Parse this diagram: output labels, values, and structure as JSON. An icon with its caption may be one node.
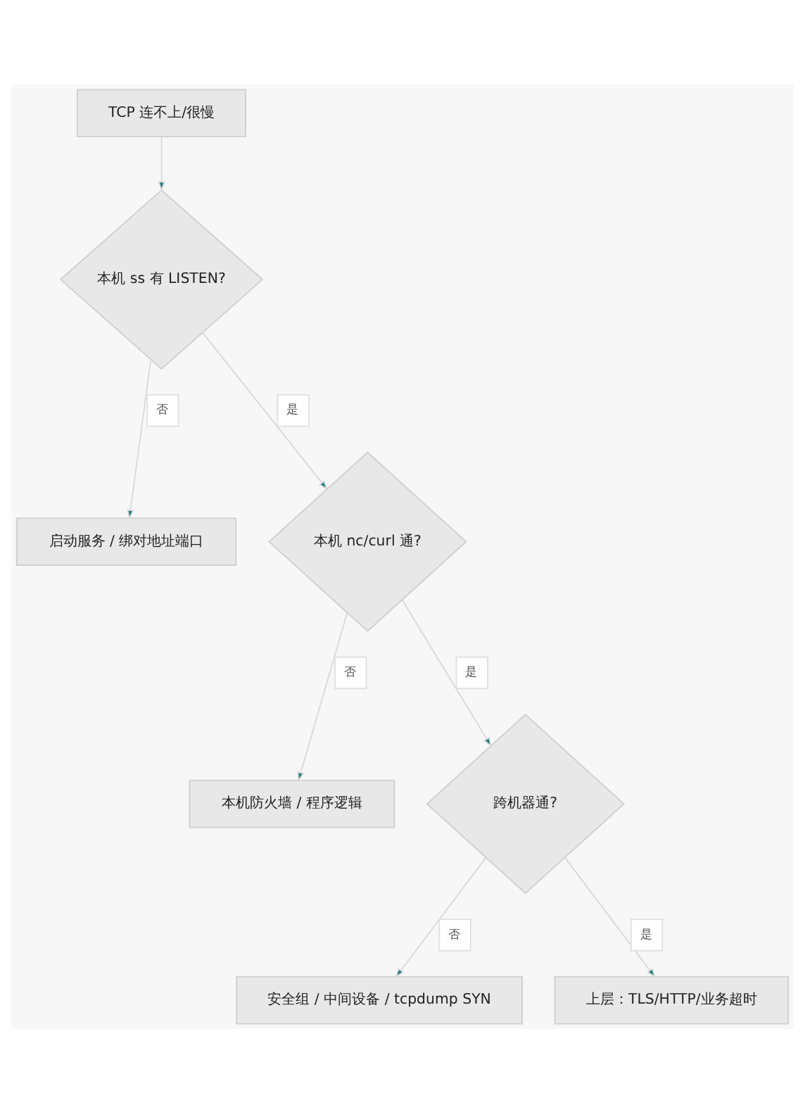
{
  "diagram": {
    "nodes": [
      {
        "text": [
          "TCP 连不上/很慢"
        ]
      },
      {
        "text": [
          "本机 ss 有 LISTEN?"
        ]
      },
      {
        "text": [
          "本机 nc/curl 通?"
        ]
      },
      {
        "text": [
          "启动服务 / 绑对地址端口"
        ]
      },
      {
        "text": [
          "跨机器通?"
        ]
      },
      {
        "text": [
          "本机防火墙 / 程序逻辑"
        ]
      },
      {
        "text": [
          "安全组 / 中间设备 / tcpdump SYN"
        ]
      },
      {
        "text": [
          "上层：TLS/HTTP/业务超时"
        ]
      }
    ],
    "edges": [
      {
        "from": 0,
        "to": 1,
        "arrow": "to"
      },
      {
        "from": 1,
        "to": 3,
        "arrow": "to",
        "label": "否"
      },
      {
        "from": 1,
        "to": 2,
        "arrow": "to",
        "label": "是"
      },
      {
        "from": 2,
        "to": 5,
        "arrow": "to",
        "label": "否"
      },
      {
        "from": 2,
        "to": 4,
        "arrow": "to",
        "label": "是"
      },
      {
        "from": 4,
        "to": 6,
        "arrow": "to",
        "label": "否"
      },
      {
        "from": 4,
        "to": 7,
        "arrow": "to",
        "label": "是"
      }
    ]
  }
}
